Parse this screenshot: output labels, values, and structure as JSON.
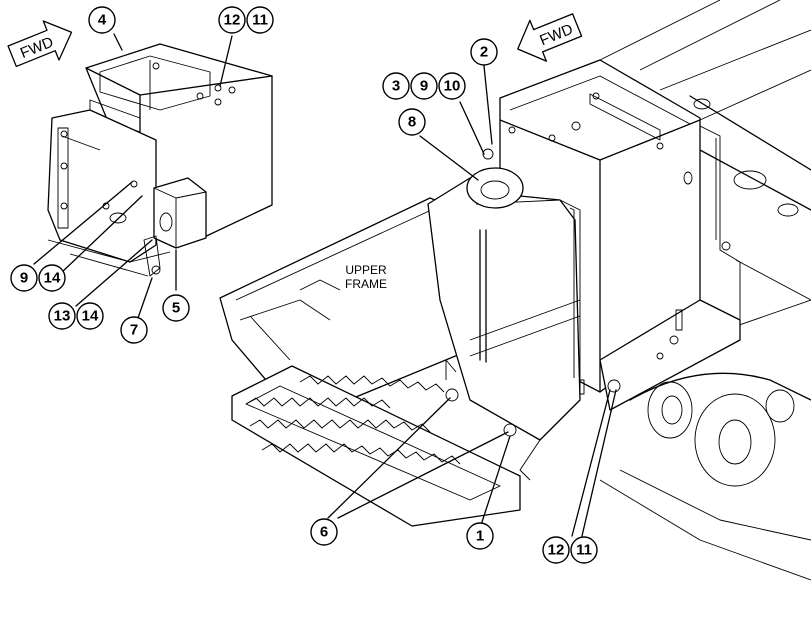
{
  "fwd_arrows": [
    {
      "id": "fwd-arrow-left",
      "label": "FWD"
    },
    {
      "id": "fwd-arrow-right",
      "label": "FWD"
    }
  ],
  "frame_label": {
    "line1": "UPPER",
    "line2": "FRAME"
  },
  "callouts": {
    "c1": "1",
    "c2": "2",
    "c3": "3",
    "c4": "4",
    "c5": "5",
    "c6": "6",
    "c7": "7",
    "c8": "8",
    "c9a": "9",
    "c9b": "9",
    "c10": "10",
    "c11a": "11",
    "c11b": "11",
    "c12a": "12",
    "c12b": "12",
    "c13": "13",
    "c14a": "14",
    "c14b": "14"
  }
}
